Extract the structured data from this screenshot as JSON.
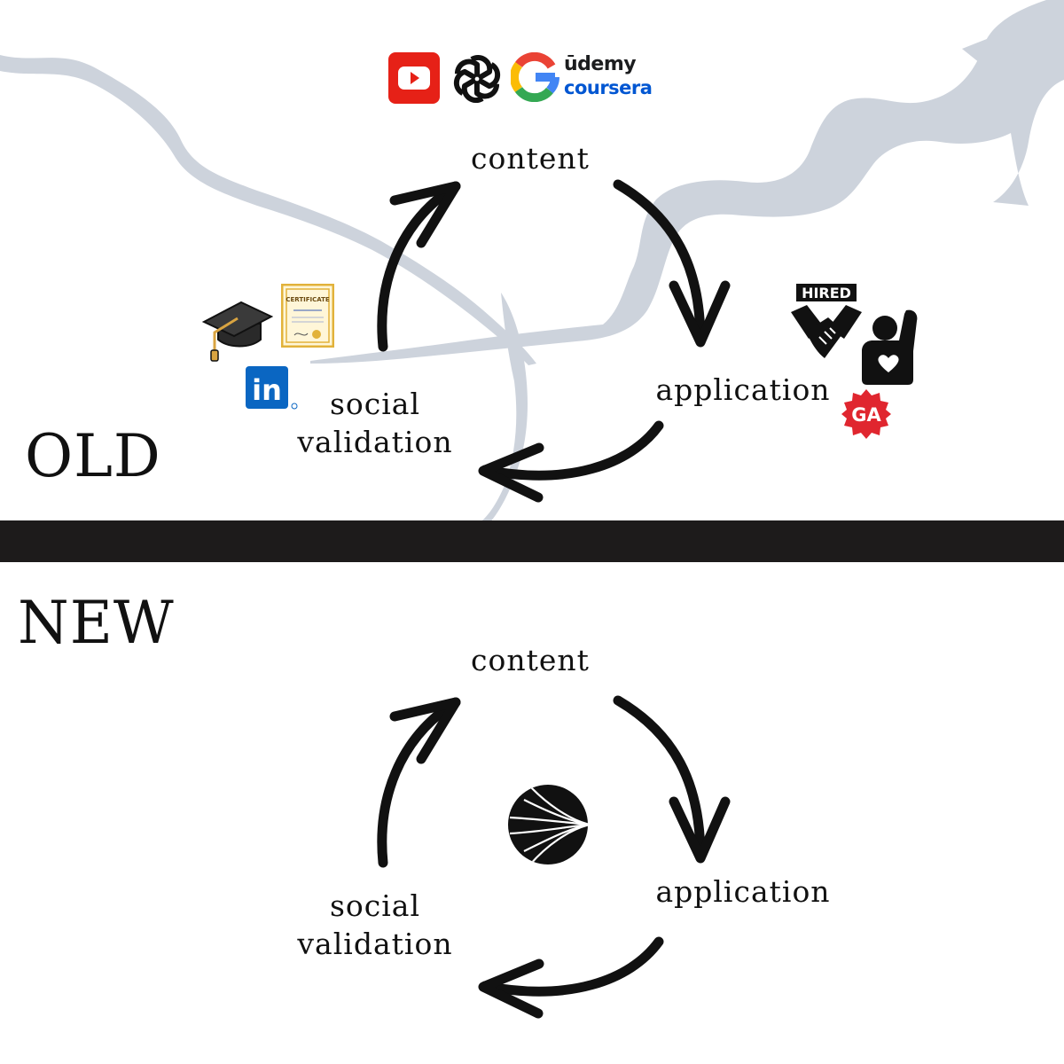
{
  "old": {
    "title": "OLD",
    "nodes": {
      "content": "content",
      "application": "application",
      "social_line1": "social",
      "social_line2": "validation"
    },
    "content_brands": {
      "udemy": "ūdemy",
      "coursera": "coursera",
      "icons": [
        "youtube-icon",
        "openai-icon",
        "google-icon"
      ]
    },
    "validation_icons": [
      "graduation-cap-icon",
      "certificate-icon",
      "linkedin-icon"
    ],
    "certificate_text": "CERTIFICATE",
    "linkedin_text": "in",
    "application_icons": [
      "hired-handshake-icon",
      "volunteer-icon",
      "general-assembly-icon"
    ],
    "hired_text": "HIRED",
    "ga_text": "GA"
  },
  "new": {
    "title": "NEW",
    "nodes": {
      "content": "content",
      "application": "application",
      "social_line1": "social",
      "social_line2": "validation"
    },
    "center_icon": "sphere-logo-icon"
  },
  "colors": {
    "ink": "#111111",
    "divider": "#1d1b1b",
    "river": "#cdd3dc",
    "youtube": "#e62117",
    "coursera": "#0056d2",
    "linkedin": "#0a66c2",
    "ga": "#e0262f"
  }
}
